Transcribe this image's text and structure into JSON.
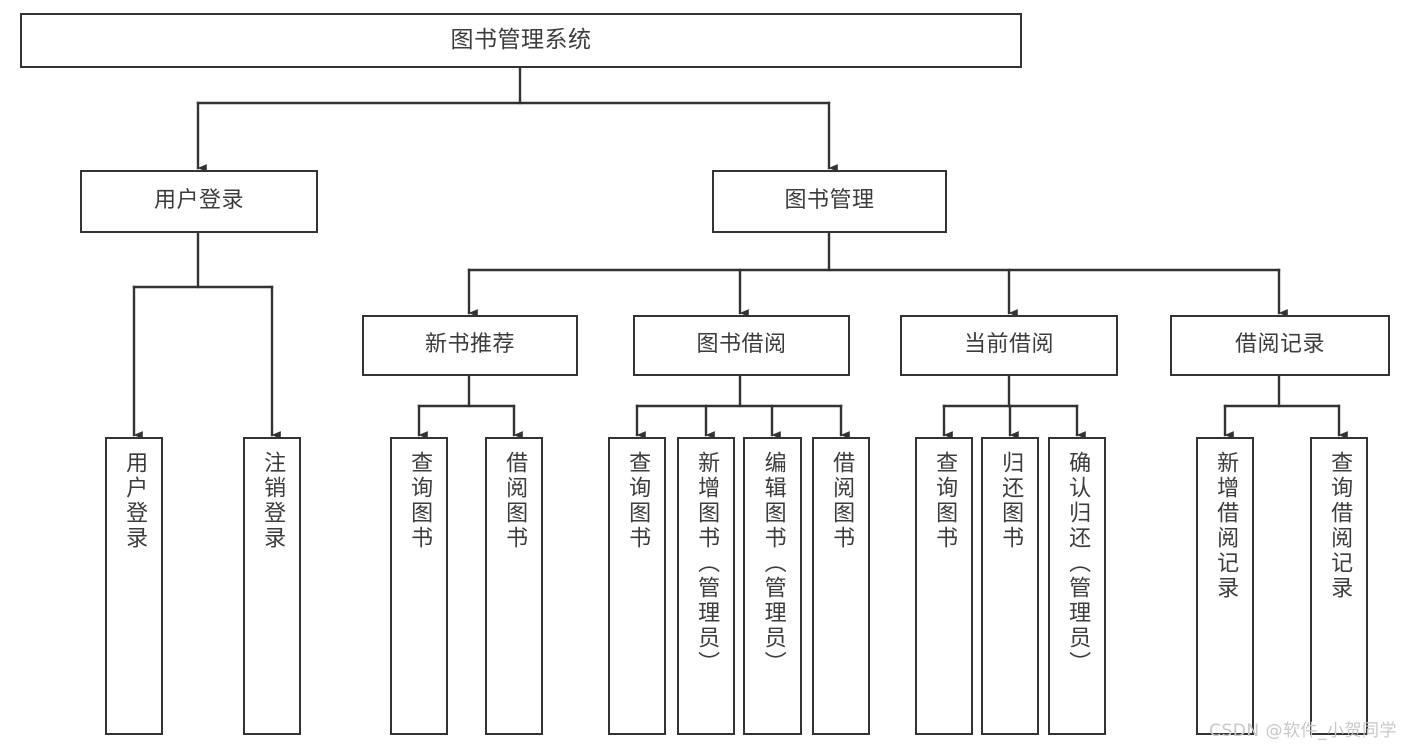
{
  "diagram": {
    "type": "tree",
    "title": "图书管理系统",
    "orientation": "top-down",
    "edge_color": "#333333",
    "node_border_color": "#333333",
    "node_fill_color": "#ffffff",
    "text_color": "#3c3c3c"
  },
  "nodes": {
    "root": {
      "label": "图书管理系统",
      "level": 1
    },
    "user_login": {
      "label": "用户登录",
      "level": 2
    },
    "book_manage": {
      "label": "图书管理",
      "level": 2
    },
    "new_book_rec": {
      "label": "新书推荐",
      "level": 3
    },
    "book_borrow": {
      "label": "图书借阅",
      "level": 3
    },
    "current_borrow": {
      "label": "当前借阅",
      "level": 3
    },
    "borrow_record": {
      "label": "借阅记录",
      "level": 3
    },
    "leaf_user_login": {
      "label": "用户登录",
      "level": 3
    },
    "leaf_user_logout": {
      "label": "注销登录",
      "level": 3
    },
    "leaf_query_book_1": {
      "label": "查询图书",
      "level": 4
    },
    "leaf_borrow_book_1": {
      "label": "借阅图书",
      "level": 4
    },
    "leaf_query_book_2": {
      "label": "查询图书",
      "level": 4
    },
    "leaf_add_book": {
      "label": "新增图书（管理员）",
      "level": 4
    },
    "leaf_edit_book": {
      "label": "编辑图书（管理员）",
      "level": 4
    },
    "leaf_borrow_book_2": {
      "label": "借阅图书",
      "level": 4
    },
    "leaf_query_book_3": {
      "label": "查询图书",
      "level": 4
    },
    "leaf_return_book": {
      "label": "归还图书",
      "level": 4
    },
    "leaf_confirm_return": {
      "label": "确认归还（管理员）",
      "level": 4
    },
    "leaf_add_record": {
      "label": "新增借阅记录",
      "level": 4
    },
    "leaf_query_record": {
      "label": "查询借阅记录",
      "level": 4
    }
  },
  "watermark": {
    "text": "CSDN @软件_小贺同学",
    "color": "#c8c8c8"
  }
}
